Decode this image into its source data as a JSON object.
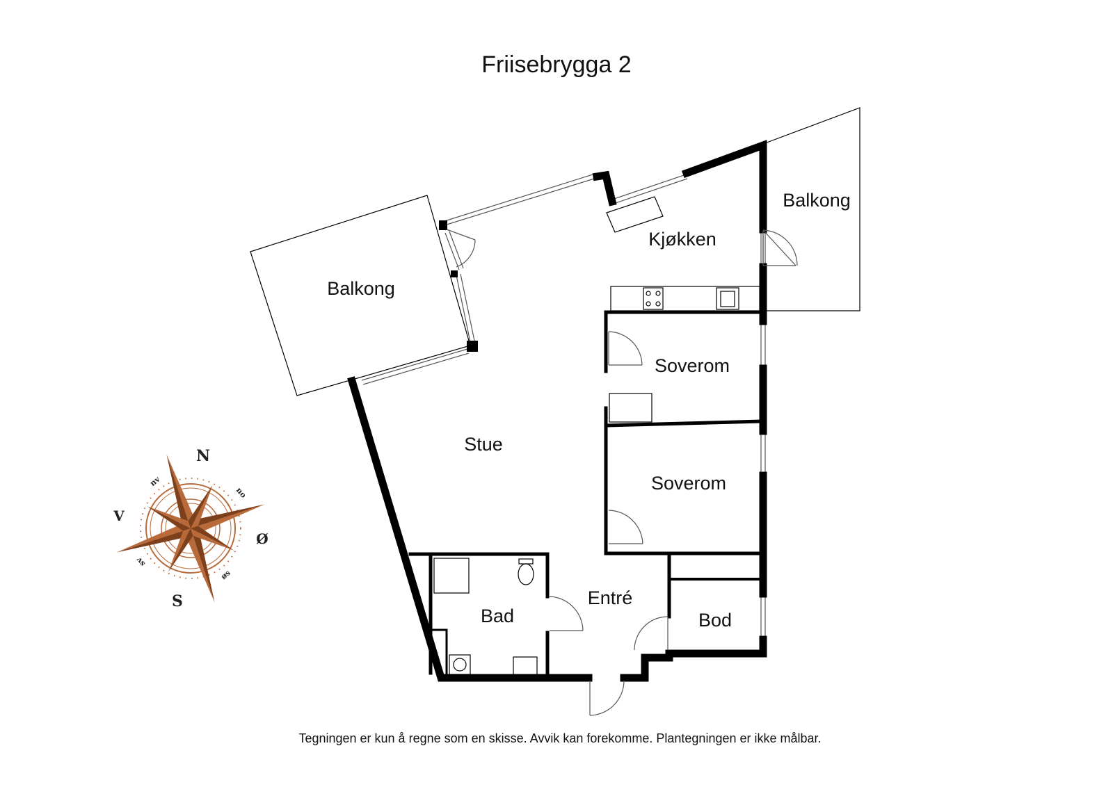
{
  "title": "Friisebrygga 2",
  "disclaimer": "Tegningen er kun å regne som en skisse. Avvik kan forekomme. Plantegningen er ikke målbar.",
  "rooms": {
    "balkong_west": "Balkong",
    "balkong_east": "Balkong",
    "kjokken": "Kjøkken",
    "soverom_1": "Soverom",
    "soverom_2": "Soverom",
    "stue": "Stue",
    "entre": "Entré",
    "bad": "Bad",
    "bod": "Bod"
  },
  "compass": {
    "n": "N",
    "s": "S",
    "v": "V",
    "o": "Ø",
    "nv": "nv",
    "no": "no",
    "sv": "sv",
    "so": "sø",
    "color": "#b86a3a"
  }
}
